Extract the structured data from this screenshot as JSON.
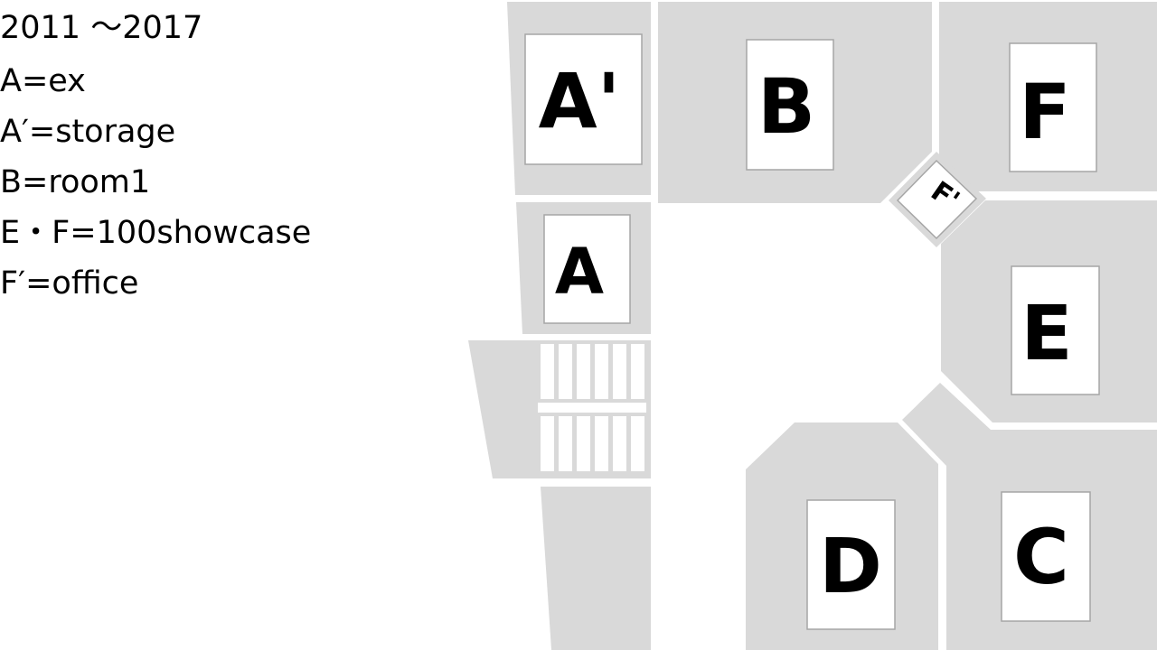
{
  "legend": {
    "period": "2011 ～2017",
    "items": [
      "A=ex",
      "A′=storage",
      "B=room1",
      "E・F=100showcase",
      "F′=office"
    ]
  },
  "rooms": {
    "a_prime": "A'",
    "a": "A",
    "b": "B",
    "f": "F",
    "f_prime": "F'",
    "e": "E",
    "d": "D",
    "c": "C"
  },
  "colors": {
    "block": "#d9d9d9",
    "panel": "#ffffff",
    "panel_border": "#a6a6a6",
    "label": "#000000"
  }
}
